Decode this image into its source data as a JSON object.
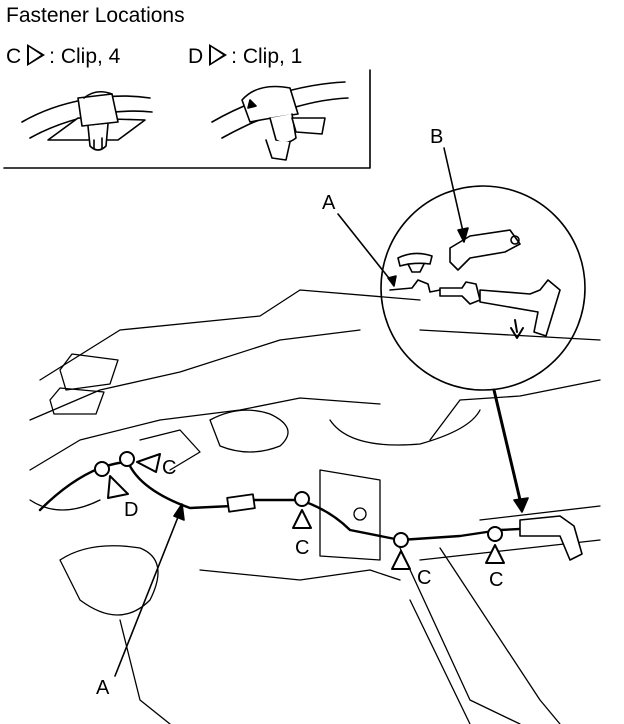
{
  "legend": {
    "title": "Fastener Locations",
    "clip_c": {
      "letter": "C",
      "text": ": Clip, 4"
    },
    "clip_d": {
      "letter": "D",
      "text": ": Clip, 1"
    }
  },
  "callouts": {
    "a_top": "A",
    "b_top": "B",
    "a_bottom": "A",
    "c1": "C",
    "c2": "C",
    "c3": "C",
    "c4": "C",
    "d1": "D"
  }
}
